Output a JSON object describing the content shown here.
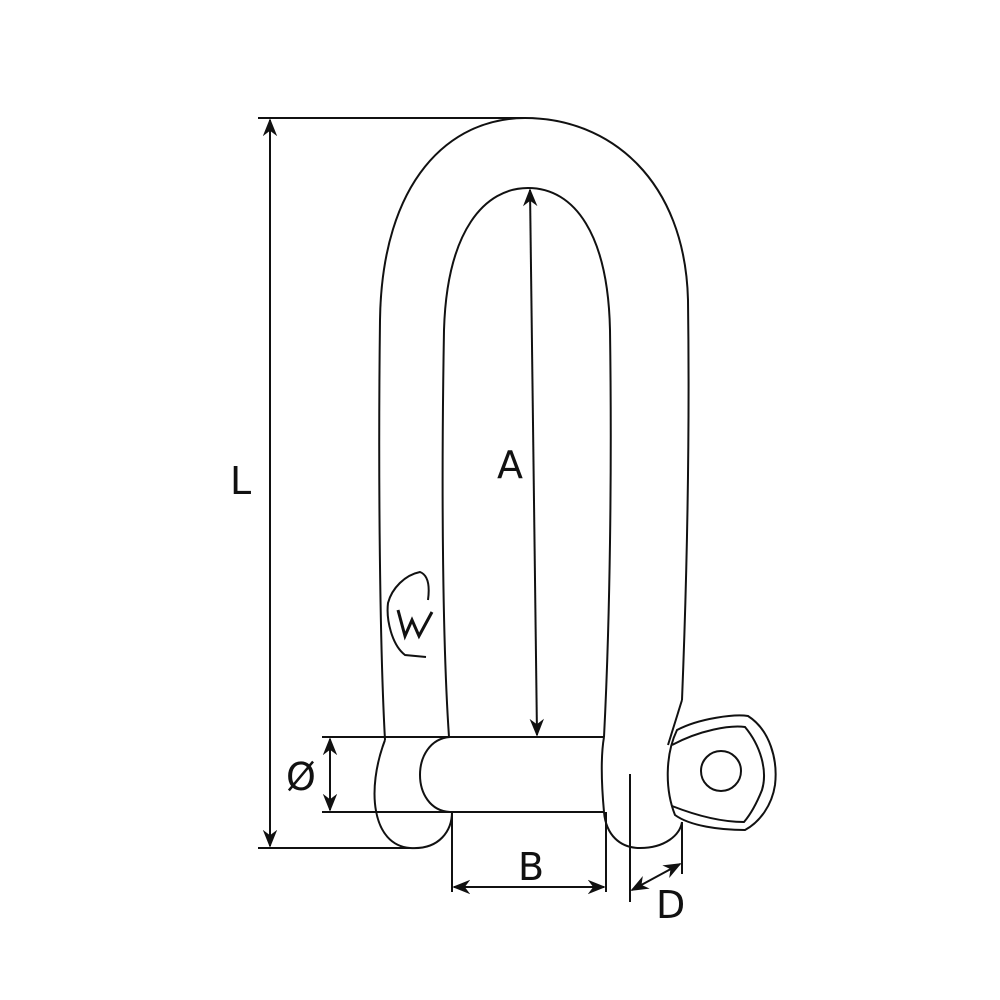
{
  "diagram": {
    "subject": "long D-shackle technical drawing",
    "colors": {
      "stroke": "#111111",
      "background": "#ffffff"
    },
    "labels": {
      "length": "L",
      "inner_length": "A",
      "diameter": "Ø",
      "inner_width": "B",
      "pin_diameter": "D"
    },
    "logo": {
      "icon": "w-logo-icon",
      "letter": "W"
    }
  }
}
